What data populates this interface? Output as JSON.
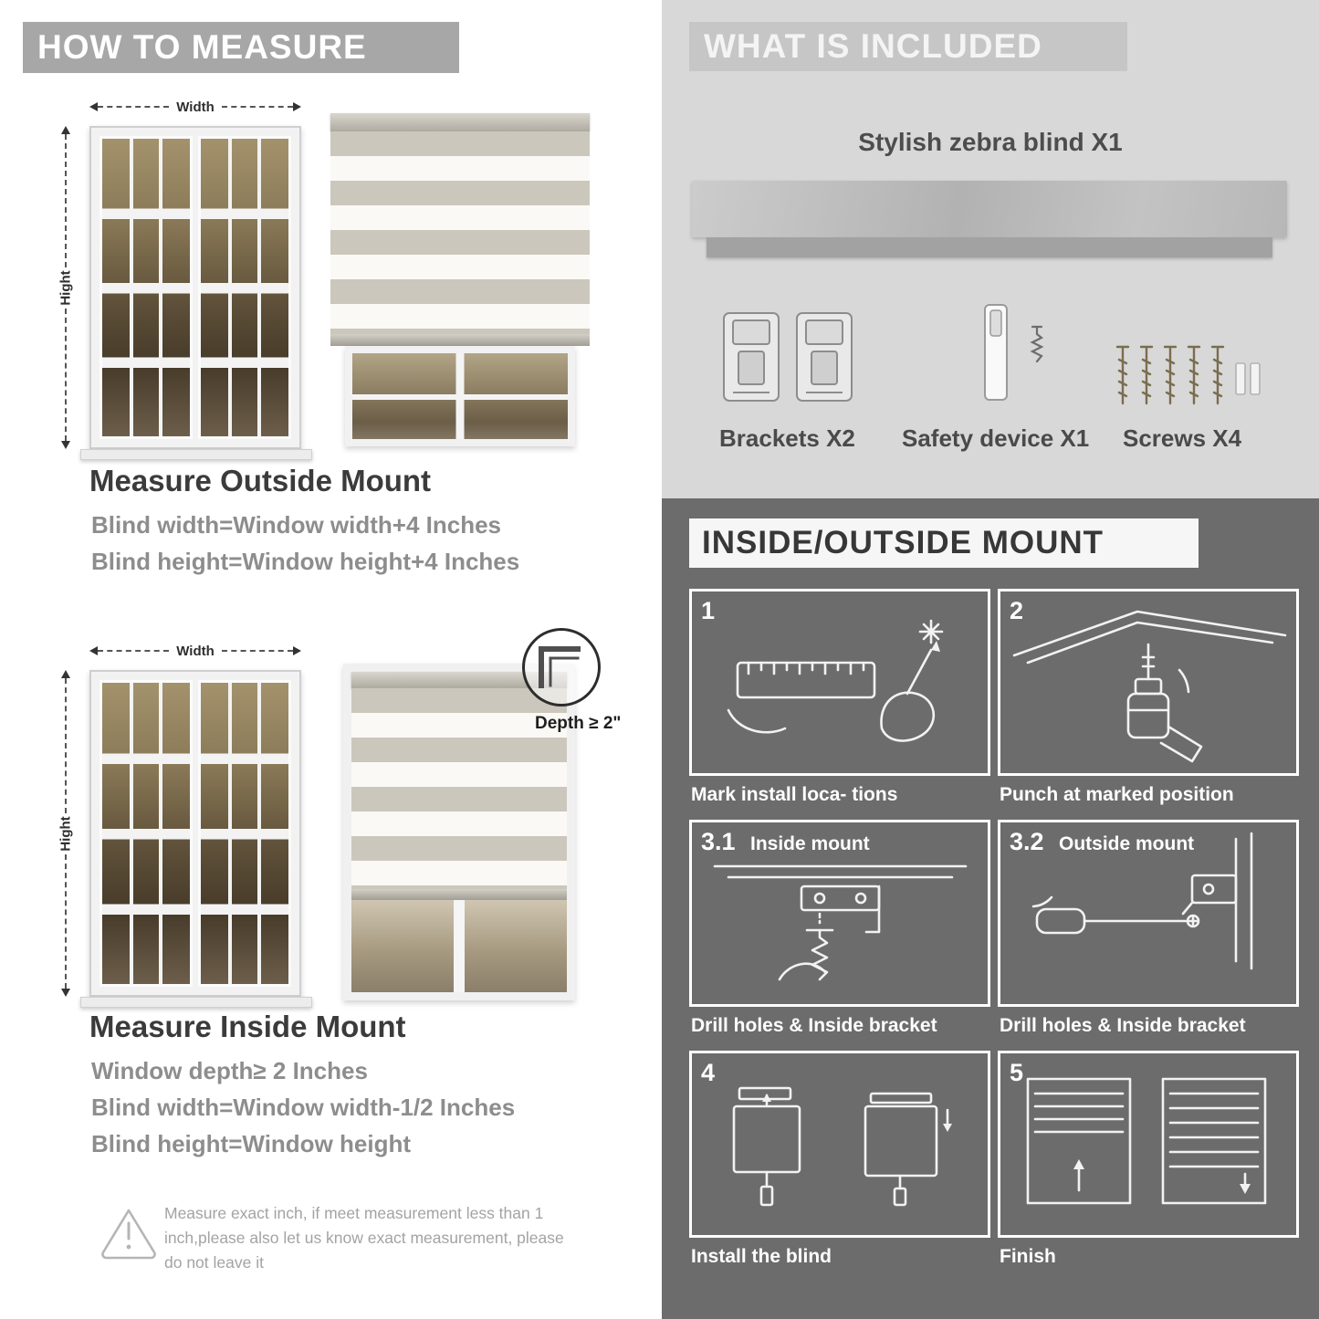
{
  "measure": {
    "header": "HOW TO MEASURE",
    "width_label": "Width",
    "height_label": "Hight",
    "outside": {
      "title": "Measure Outside Mount",
      "lines": [
        "Blind width=Window width+4 Inches",
        "Blind height=Window height+4 Inches"
      ]
    },
    "inside": {
      "depth_label": "Depth ≥ 2\"",
      "title": "Measure Inside Mount",
      "lines": [
        "Window depth≥ 2 Inches",
        "Blind width=Window width-1/2 Inches",
        "Blind height=Window height"
      ]
    },
    "warning": "Measure exact inch, if meet measurement less than 1 inch,please also let us know exact measurement, please do not leave it"
  },
  "included": {
    "header": "WHAT IS INCLUDED",
    "product_label": "Stylish zebra blind X1",
    "items": [
      "Brackets X2",
      "Safety device X1",
      "Screws X4"
    ]
  },
  "mount": {
    "header": "INSIDE/OUTSIDE MOUNT",
    "steps": [
      {
        "num": "1",
        "title": "",
        "caption": "Mark install loca- tions"
      },
      {
        "num": "2",
        "title": "",
        "caption": "Punch at  marked position"
      },
      {
        "num": "3.1",
        "title": "Inside mount",
        "caption": "Drill holes &  Inside bracket"
      },
      {
        "num": "3.2",
        "title": "Outside mount",
        "caption": "Drill holes &  Inside bracket"
      },
      {
        "num": "4",
        "title": "",
        "caption": "Install the blind"
      },
      {
        "num": "5",
        "title": "",
        "caption": "Finish"
      }
    ]
  }
}
